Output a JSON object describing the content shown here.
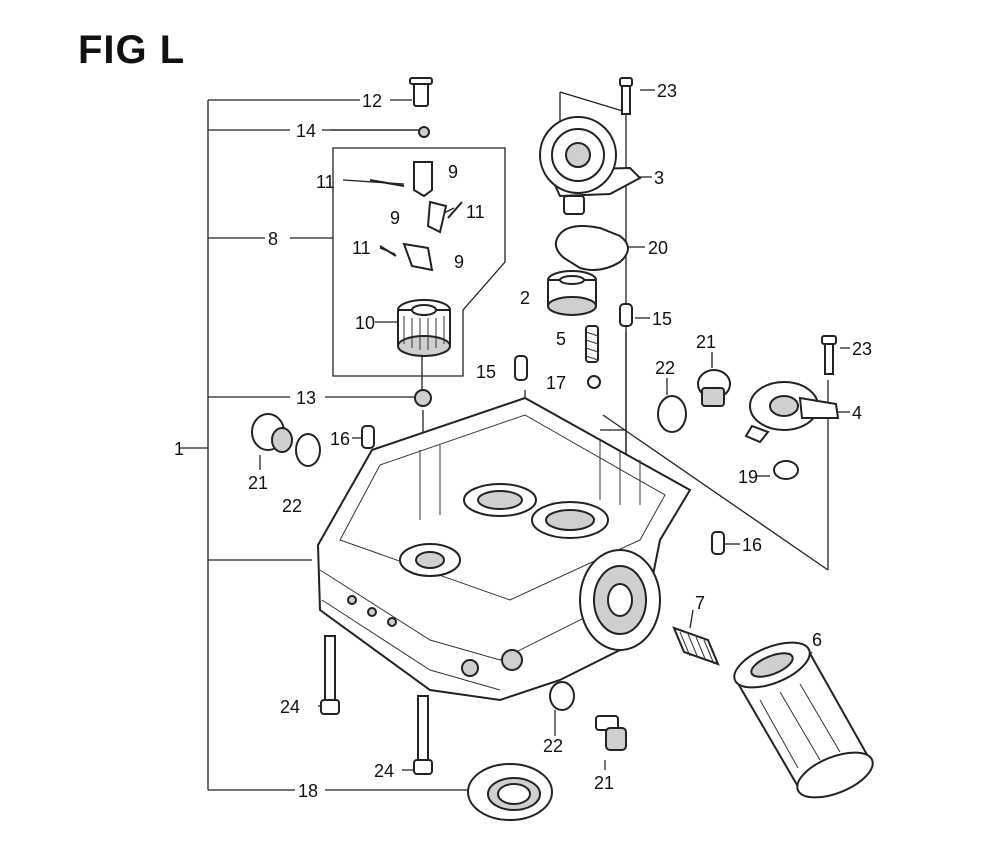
{
  "figure": {
    "title": "FIG L"
  },
  "callouts": {
    "c1": "1",
    "c2": "2",
    "c3": "3",
    "c4": "4",
    "c5": "5",
    "c6": "6",
    "c7": "7",
    "c8": "8",
    "c9a": "9",
    "c9b": "9",
    "c9c": "9",
    "c10": "10",
    "c11a": "11",
    "c11b": "11",
    "c11c": "11",
    "c12": "12",
    "c13": "13",
    "c14": "14",
    "c15a": "15",
    "c15b": "15",
    "c16a": "16",
    "c16b": "16",
    "c17": "17",
    "c18": "18",
    "c19": "19",
    "c20": "20",
    "c21a": "21",
    "c21b": "21",
    "c21c": "21",
    "c22a": "22",
    "c22b": "22",
    "c22c": "22",
    "c23a": "23",
    "c23b": "23",
    "c24a": "24",
    "c24b": "24"
  }
}
